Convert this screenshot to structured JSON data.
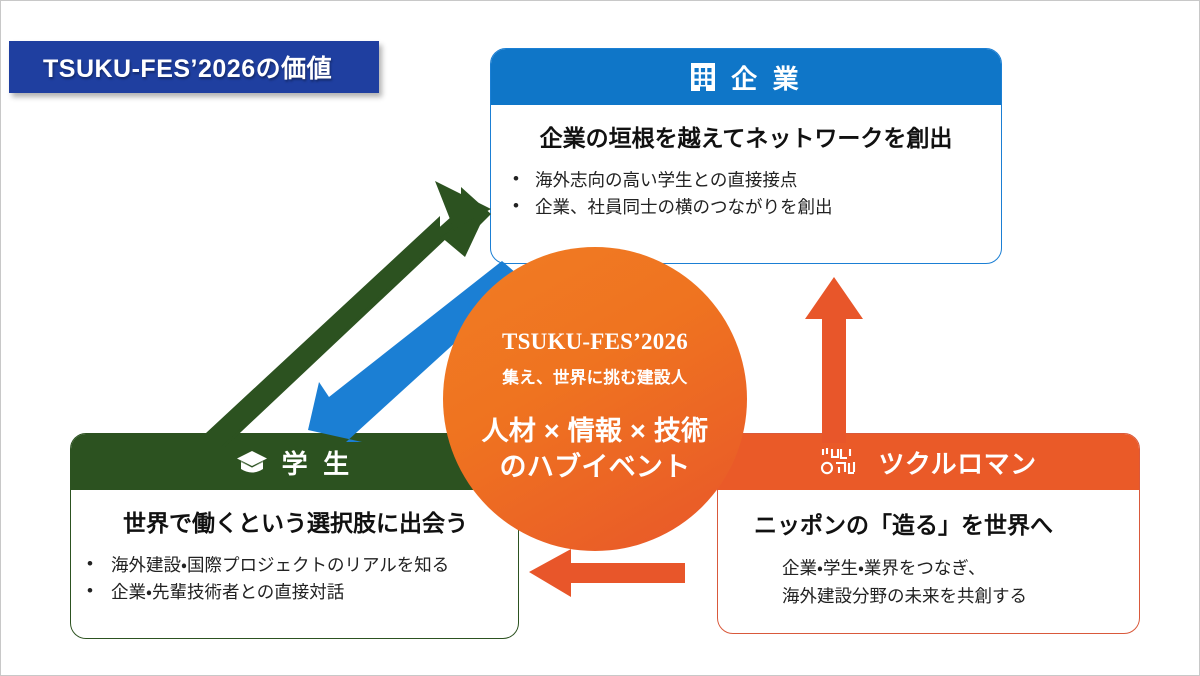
{
  "slide": {
    "banner_title": "TSUKU-FES’2026の価値",
    "banner_color": "#1f3fa0",
    "background": "#ffffff"
  },
  "hub": {
    "english_title": "TSUKU-FES’2026",
    "tagline": "集え、世界に挑む建設人",
    "main_line_1": "人材 × 情報 × 技術",
    "main_line_2": "のハブイベント",
    "gradient_from": "#f07c24",
    "gradient_to": "#e8562a"
  },
  "cards": {
    "corporate": {
      "header_label": "企 業",
      "header_icon": "building-icon",
      "header_color": "#0f76c8",
      "border_color": "#1b7fd4",
      "headline": "企業の垣根を越えてネットワークを創出",
      "bullets": [
        "海外志向の高い学生との直接接点",
        "企業、社員同士の横のつながりを創出"
      ]
    },
    "student": {
      "header_label": "学 生",
      "header_icon": "graduation-cap-icon",
      "header_color": "#2c5220",
      "border_color": "#2c5220",
      "headline": "世界で働くという選択肢に出会う",
      "bullets": [
        "海外建設・国際プロジェクトのリアルを知る",
        "企業・先輩技術者との直接対話"
      ]
    },
    "tsukuroman": {
      "header_label": "ツクルロマン",
      "header_icon": "tsukuroman-logo-icon",
      "header_color": "#ea5a28",
      "border_color": "#d9593b",
      "headline": "ニッポンの「造る」を世界へ",
      "text_line_1": "企業・学生・業界をつなぎ、",
      "text_line_2": "海外建設分野の未来を共創する"
    }
  },
  "arrows": [
    {
      "name": "arrow-student-to-corporate",
      "color": "#2c5220",
      "direction": "up-right"
    },
    {
      "name": "arrow-corporate-to-student",
      "color": "#1b7fd4",
      "direction": "down-left"
    },
    {
      "name": "arrow-tsukuroman-to-corporate",
      "color": "#e8562a",
      "direction": "up"
    },
    {
      "name": "arrow-tsukuroman-to-student",
      "color": "#e8562a",
      "direction": "left"
    }
  ]
}
